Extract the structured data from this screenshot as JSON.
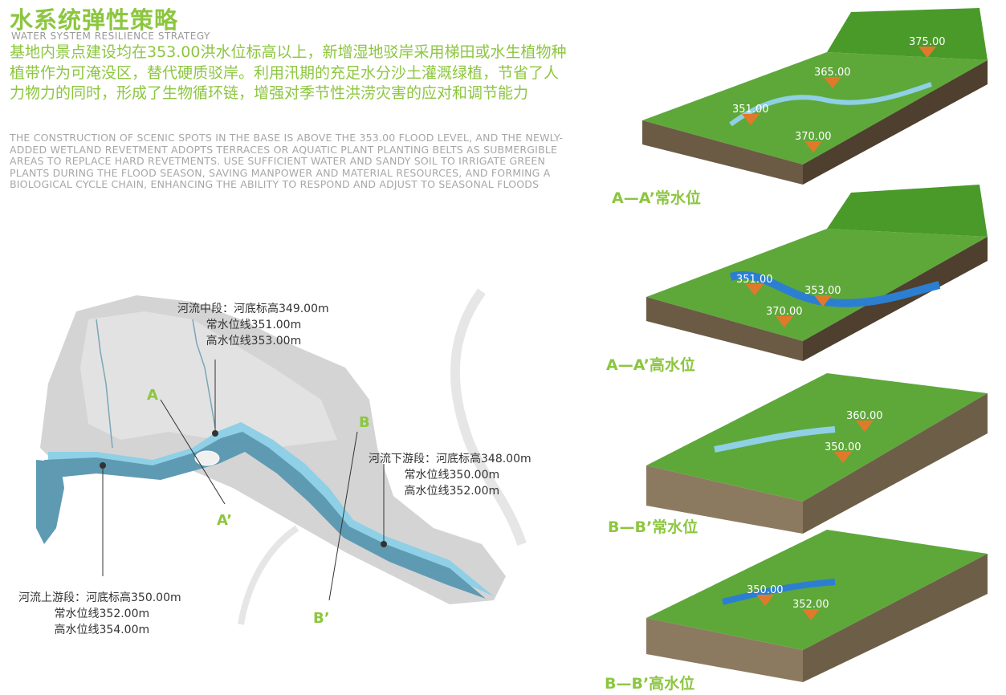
{
  "header": {
    "title_cn": "水系统弹性策略",
    "title_en": "WATER SYSTEM RESILIENCE STRATEGY",
    "desc_cn": "基地内景点建设均在353.00洪水位标高以上，新增湿地驳岸采用梯田或水生植物种植带作为可淹没区，替代硬质驳岸。利用汛期的充足水分沙土灌溉绿植，节省了人力物力的同时，形成了生物循环链，增强对季节性洪涝灾害的应对和调节能力",
    "desc_en": "THE CONSTRUCTION OF SCENIC SPOTS IN THE BASE IS ABOVE THE 353.00 FLOOD LEVEL, AND THE NEWLY-ADDED WETLAND REVETMENT ADOPTS TERRACES OR AQUATIC PLANT PLANTING BELTS AS SUBMERGIBLE AREAS TO REPLACE HARD REVETMENTS. USE SUFFICIENT WATER AND SANDY SOIL TO IRRIGATE GREEN PLANTS DURING THE FLOOD SEASON, SAVING MANPOWER AND MATERIAL RESOURCES, AND FORMING A BIOLOGICAL CYCLE CHAIN, ENHANCING THE ABILITY TO RESPOND AND ADJUST TO SEASONAL FLOODS"
  },
  "map": {
    "mid": "河流中段：河底标高349.00m\n        常水位线351.00m\n        高水位线353.00m",
    "down": "河流下游段：河底标高348.00m\n          常水位线350.00m\n          高水位线352.00m",
    "up": "河流上游段：河底标高350.00m\n          常水位线352.00m\n          高水位线354.00m",
    "markers": {
      "a": "A",
      "a2": "A’",
      "b": "B",
      "b2": "B’"
    },
    "colors": {
      "river": "#5f9ab3",
      "flood": "#8fd0e6",
      "land": "#cfcfcf"
    }
  },
  "sections": [
    {
      "caption": "A—A’常水位",
      "levels": [
        "375.00",
        "365.00",
        "351.00",
        "370.00"
      ]
    },
    {
      "caption": "A—A’高水位",
      "levels": [
        "351.00",
        "353.00",
        "370.00"
      ]
    },
    {
      "caption": "B—B’常水位",
      "levels": [
        "360.00",
        "350.00"
      ]
    },
    {
      "caption": "B—B’高水位",
      "levels": [
        "350.00",
        "352.00"
      ]
    }
  ]
}
